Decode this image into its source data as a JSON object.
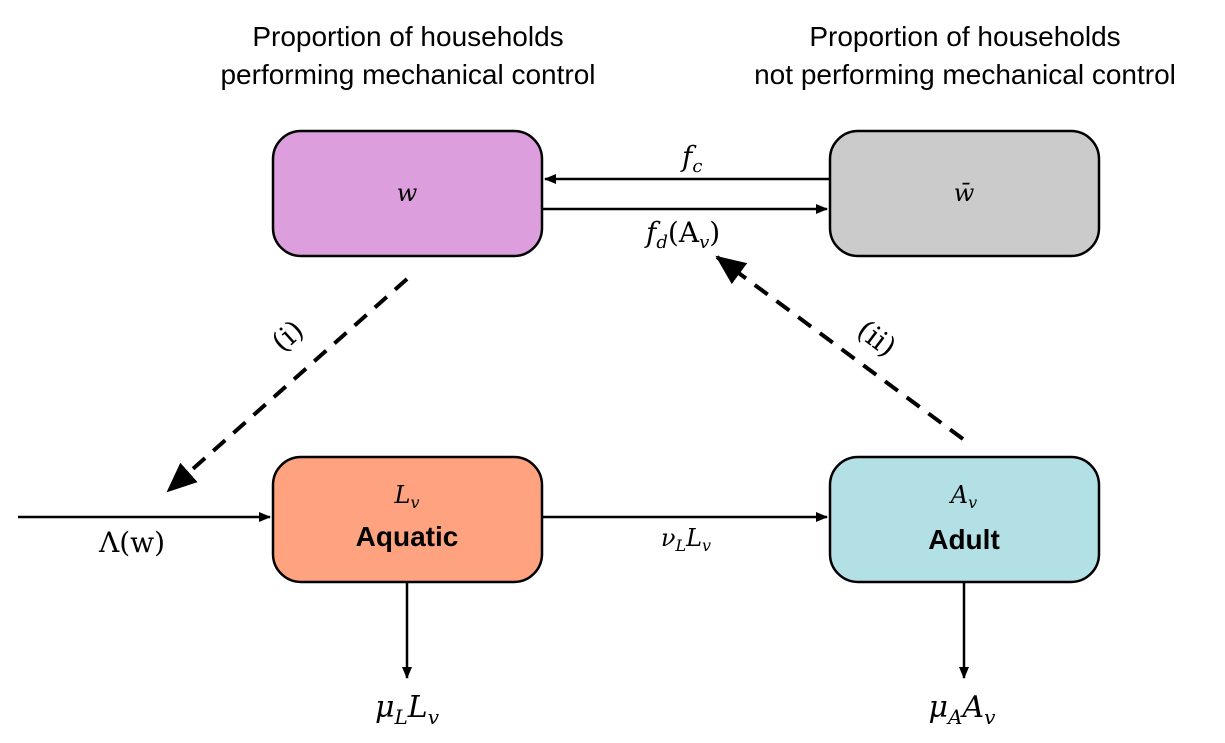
{
  "headings": {
    "left_line1": "Proportion of households",
    "left_line2": "performing mechanical control",
    "right_line1": "Proportion of households",
    "right_line2": "not performing mechanical control"
  },
  "nodes": {
    "w": {
      "symbol": "w",
      "color": "#dc9edc"
    },
    "w_bar": {
      "symbol": "w̄",
      "color": "#cbcbcb"
    },
    "aquatic": {
      "symbol": "L",
      "symbol_sub": "v",
      "label": "Aquatic",
      "color": "#fea27f"
    },
    "adult": {
      "symbol": "A",
      "symbol_sub": "v",
      "label": "Adult",
      "color": "#b2e0e5"
    }
  },
  "edges": {
    "f_c": {
      "main": "f",
      "sub": "c"
    },
    "f_d": {
      "main": "f",
      "sub": "d",
      "arg": "(A",
      "arg_sub": "v",
      "close": ")"
    },
    "recruitment": {
      "label": "Λ(w)"
    },
    "maturation": {
      "main1": "ν",
      "sub1": "L",
      "main2": "L",
      "sub2": "v"
    },
    "aquatic_death": {
      "main1": "μ",
      "sub1": "L",
      "main2": "L",
      "sub2": "v"
    },
    "adult_death": {
      "main1": "μ",
      "sub1": "A",
      "main2": "A",
      "sub2": "v"
    },
    "link_i": {
      "label": "(i)"
    },
    "link_ii": {
      "label": "(ii)"
    }
  }
}
